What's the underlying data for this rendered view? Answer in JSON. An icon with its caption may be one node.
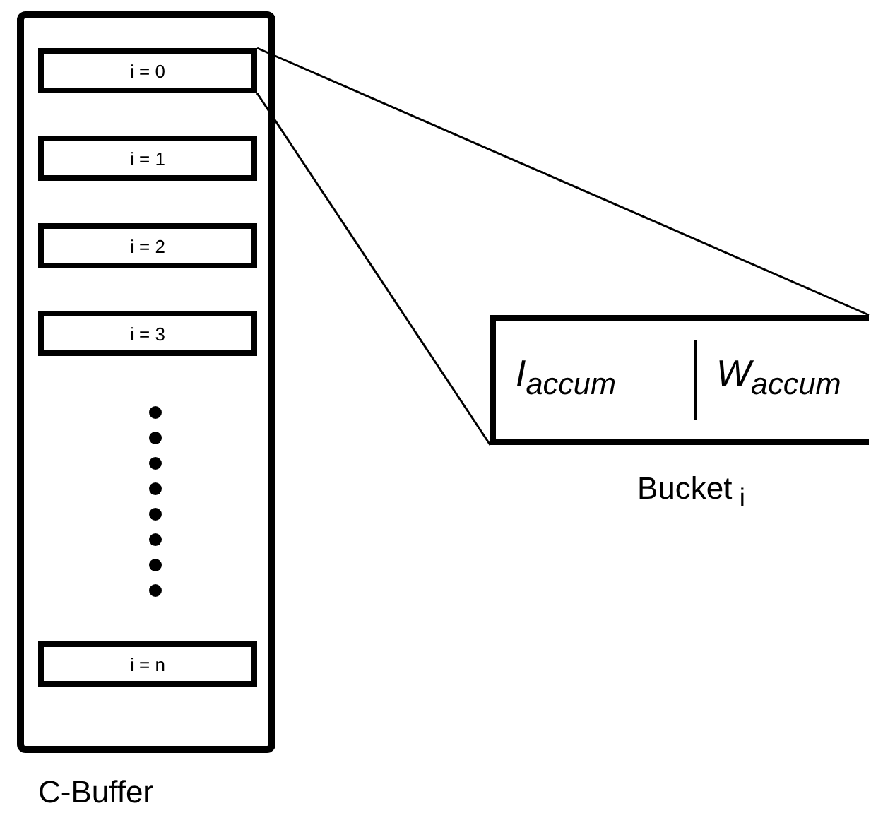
{
  "diagram": {
    "nodes": [
      {
        "text": [
          "C-Buffer"
        ]
      },
      {
        "text": [
          "i = 0"
        ],
        "in": 0
      },
      {
        "text": [
          "i = 1"
        ],
        "in": 0
      },
      {
        "text": [
          "i = 2"
        ],
        "in": 0
      },
      {
        "text": [
          "i = 3"
        ],
        "in": 0
      },
      {
        "text": [
          "i = n"
        ],
        "in": 0
      },
      {
        "text": [
          "I$_{accum}$",
          "W$_{accum}$",
          "Bucket$_{ i}$"
        ]
      }
    ],
    "edges": [
      {
        "from": 1,
        "to": 6,
        "arrow": "none"
      },
      {
        "from": 1,
        "to": 6,
        "arrow": "none"
      }
    ]
  }
}
